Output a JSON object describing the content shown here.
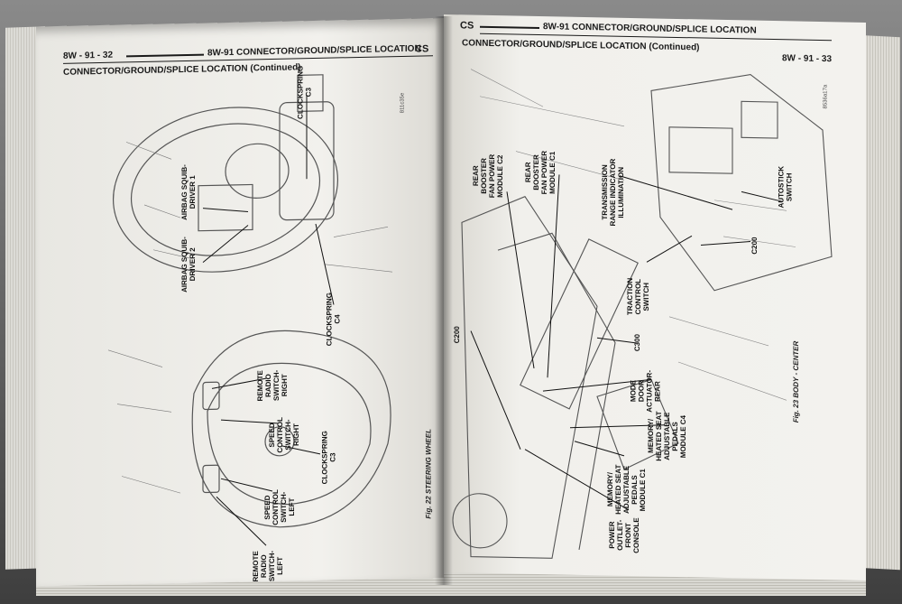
{
  "left_page": {
    "page_number": "8W - 91 - 32",
    "section_title": "8W-91 CONNECTOR/GROUND/SPLICE LOCATION",
    "section_code": "CS",
    "subtitle": "CONNECTOR/GROUND/SPLICE LOCATION (Continued)",
    "figure_caption": "Fig. 22 STEERING WHEEL",
    "figure_tag": "811c35e",
    "callouts": {
      "clockspring_c3_top": [
        "CLOCKSPRING",
        "C3"
      ],
      "airbag_driver1": [
        "AIRBAG SQUIB-",
        "DRIVER 1"
      ],
      "airbag_driver2": [
        "AIRBAG SQUIB-",
        "DRIVER 2"
      ],
      "clockspring_c4": [
        "CLOCKSPRING",
        "C4"
      ],
      "remote_radio_right": [
        "REMOTE",
        "RADIO",
        "SWITCH-",
        "RIGHT"
      ],
      "speed_control_right": [
        "SPEED",
        "CONTROL",
        "SWITCH-",
        "RIGHT"
      ],
      "clockspring_c3_bottom": [
        "CLOCKSPRING",
        "C3"
      ],
      "speed_control_left": [
        "SPEED",
        "CONTROL",
        "SWITCH-",
        "LEFT"
      ],
      "remote_radio_left": [
        "REMOTE",
        "RADIO",
        "SWITCH-",
        "LEFT"
      ]
    }
  },
  "right_page": {
    "section_code": "CS",
    "section_title": "8W-91 CONNECTOR/GROUND/SPLICE LOCATION",
    "page_number": "8W - 91 - 33",
    "subtitle": "CONNECTOR/GROUND/SPLICE LOCATION (Continued)",
    "figure_caption": "Fig. 23 BODY - CENTER",
    "figure_tag": "8536a17a",
    "callouts": {
      "rear_booster_c2": [
        "REAR",
        "BOOSTER",
        "FAN POWER",
        "MODULE C2"
      ],
      "rear_booster_c1": [
        "REAR",
        "BOOSTER",
        "FAN POWER",
        "MODULE C1"
      ],
      "trans_range": [
        "TRANSMISSION",
        "RANGE INDICATOR",
        "ILLUMINATION"
      ],
      "autostick": [
        "AUTOSTICK",
        "SWITCH"
      ],
      "c200": [
        "C200"
      ],
      "traction_control": [
        "TRACTION",
        "CONTROL",
        "SWITCH"
      ],
      "c300": [
        "C300"
      ],
      "mode_door": [
        "MODE",
        "DOOR",
        "ACTUATOR-",
        "REAR"
      ],
      "memory_c4": [
        "MEMORY/",
        "HEATED SEAT",
        "ADJUSTABLE",
        "PEDALS",
        "MODULE C4"
      ],
      "memory_c1": [
        "MEMORY/",
        "HEATED SEAT",
        "ADJUSTABLE",
        "PEDALS",
        "MODULE C1"
      ],
      "power_outlet": [
        "POWER",
        "OUTLET-",
        "FRONT",
        "CONSOLE"
      ],
      "c200_lower": [
        "C200"
      ]
    }
  }
}
